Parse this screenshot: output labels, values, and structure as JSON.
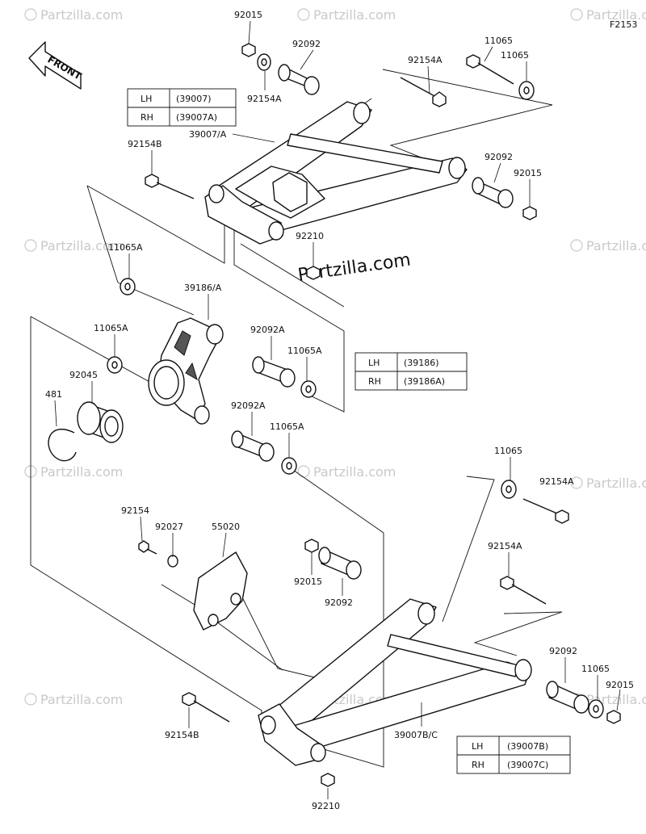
{
  "figure_code": "F2153",
  "front_label": "FRONT",
  "center_watermark": "Partzilla.com",
  "watermark_text": "Partzilla.com",
  "parts": {
    "p1": "92015",
    "p2": "92092",
    "p3": "92154A",
    "p4": "11065",
    "p5": "11065",
    "p6": "92154A",
    "p7": "39007/A",
    "p8": "92154B",
    "p9": "92092",
    "p10": "92015",
    "p11": "92210",
    "p12": "11065A",
    "p13": "39186/A",
    "p14": "11065A",
    "p15": "92092A",
    "p16": "11065A",
    "p17": "92045",
    "p18": "481",
    "p19": "92092A",
    "p20": "11065A",
    "p21": "11065",
    "p22": "92154A",
    "p23": "92154",
    "p24": "92027",
    "p25": "55020",
    "p26": "92015",
    "p27": "92092",
    "p28": "92154A",
    "p29": "92092",
    "p30": "11065",
    "p31": "92015",
    "p32": "92154B",
    "p33": "39007B/C",
    "p34": "92210"
  },
  "tables": {
    "t1": [
      {
        "side": "LH",
        "code": "(39007)"
      },
      {
        "side": "RH",
        "code": "(39007A)"
      }
    ],
    "t2": [
      {
        "side": "LH",
        "code": "(39186)"
      },
      {
        "side": "RH",
        "code": "(39186A)"
      }
    ],
    "t3": [
      {
        "side": "LH",
        "code": "(39007B)"
      },
      {
        "side": "RH",
        "code": "(39007C)"
      }
    ]
  }
}
